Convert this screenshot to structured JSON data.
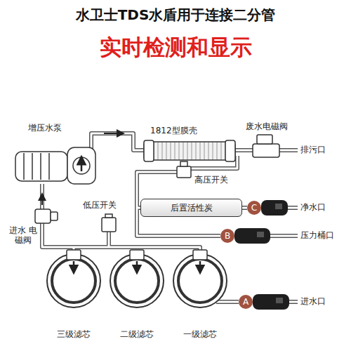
{
  "diagram": {
    "title": "水卫士TDS水盾用于连接二分管",
    "nodes": [
      {
        "text": [
          "后置活性炭"
        ]
      },
      {
        "text": [
          "C"
        ]
      },
      {
        "text": [
          "B"
        ]
      },
      {
        "text": [
          "A"
        ]
      }
    ],
    "edges": [
      {
        "from": 0,
        "to": 1,
        "arrow": "none"
      }
    ],
    "labels": [
      "实时检测和显示",
      "增压水泵",
      "1812型膜壳",
      "废水电磁阀",
      "排污口",
      "高压开关",
      "净水口",
      "压力桶口",
      "低压开关",
      "进水 电磁阀",
      "三级滤芯",
      "二级滤芯",
      "一级滤芯",
      "进水口"
    ]
  }
}
